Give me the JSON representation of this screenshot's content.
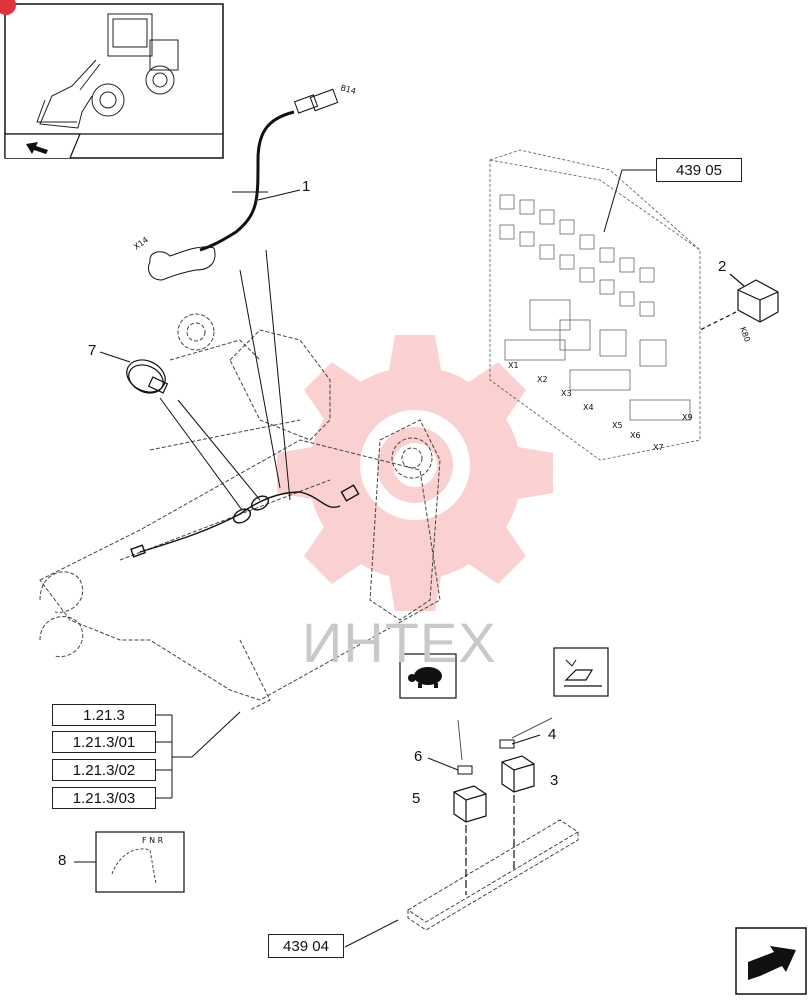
{
  "watermark": {
    "text": "ИНТЕХ",
    "gear_color": "#f05a5a"
  },
  "refs": {
    "ref_43905": "439 05",
    "ref_43904": "439 04",
    "ref_1213": "1.21.3",
    "ref_121301": "1.21.3/01",
    "ref_121302": "1.21.3/02",
    "ref_121303": "1.21.3/03"
  },
  "callouts": {
    "c1": "1",
    "c2": "2",
    "c3": "3",
    "c4": "4",
    "c5": "5",
    "c6": "6",
    "c7": "7",
    "c8": "8"
  },
  "labels": {
    "b14": "B14",
    "x14": "X14",
    "k80": "K80",
    "x1": "X1",
    "x2": "X2",
    "x3": "X3",
    "x4": "X4",
    "x5": "X5",
    "x6": "X6",
    "x7": "X7",
    "x9": "X9"
  },
  "icons": [
    "loader-thumbnail",
    "turtle-icon",
    "bucket-level-icon",
    "next-page-arrow-icon",
    "back-arrow-icon"
  ]
}
